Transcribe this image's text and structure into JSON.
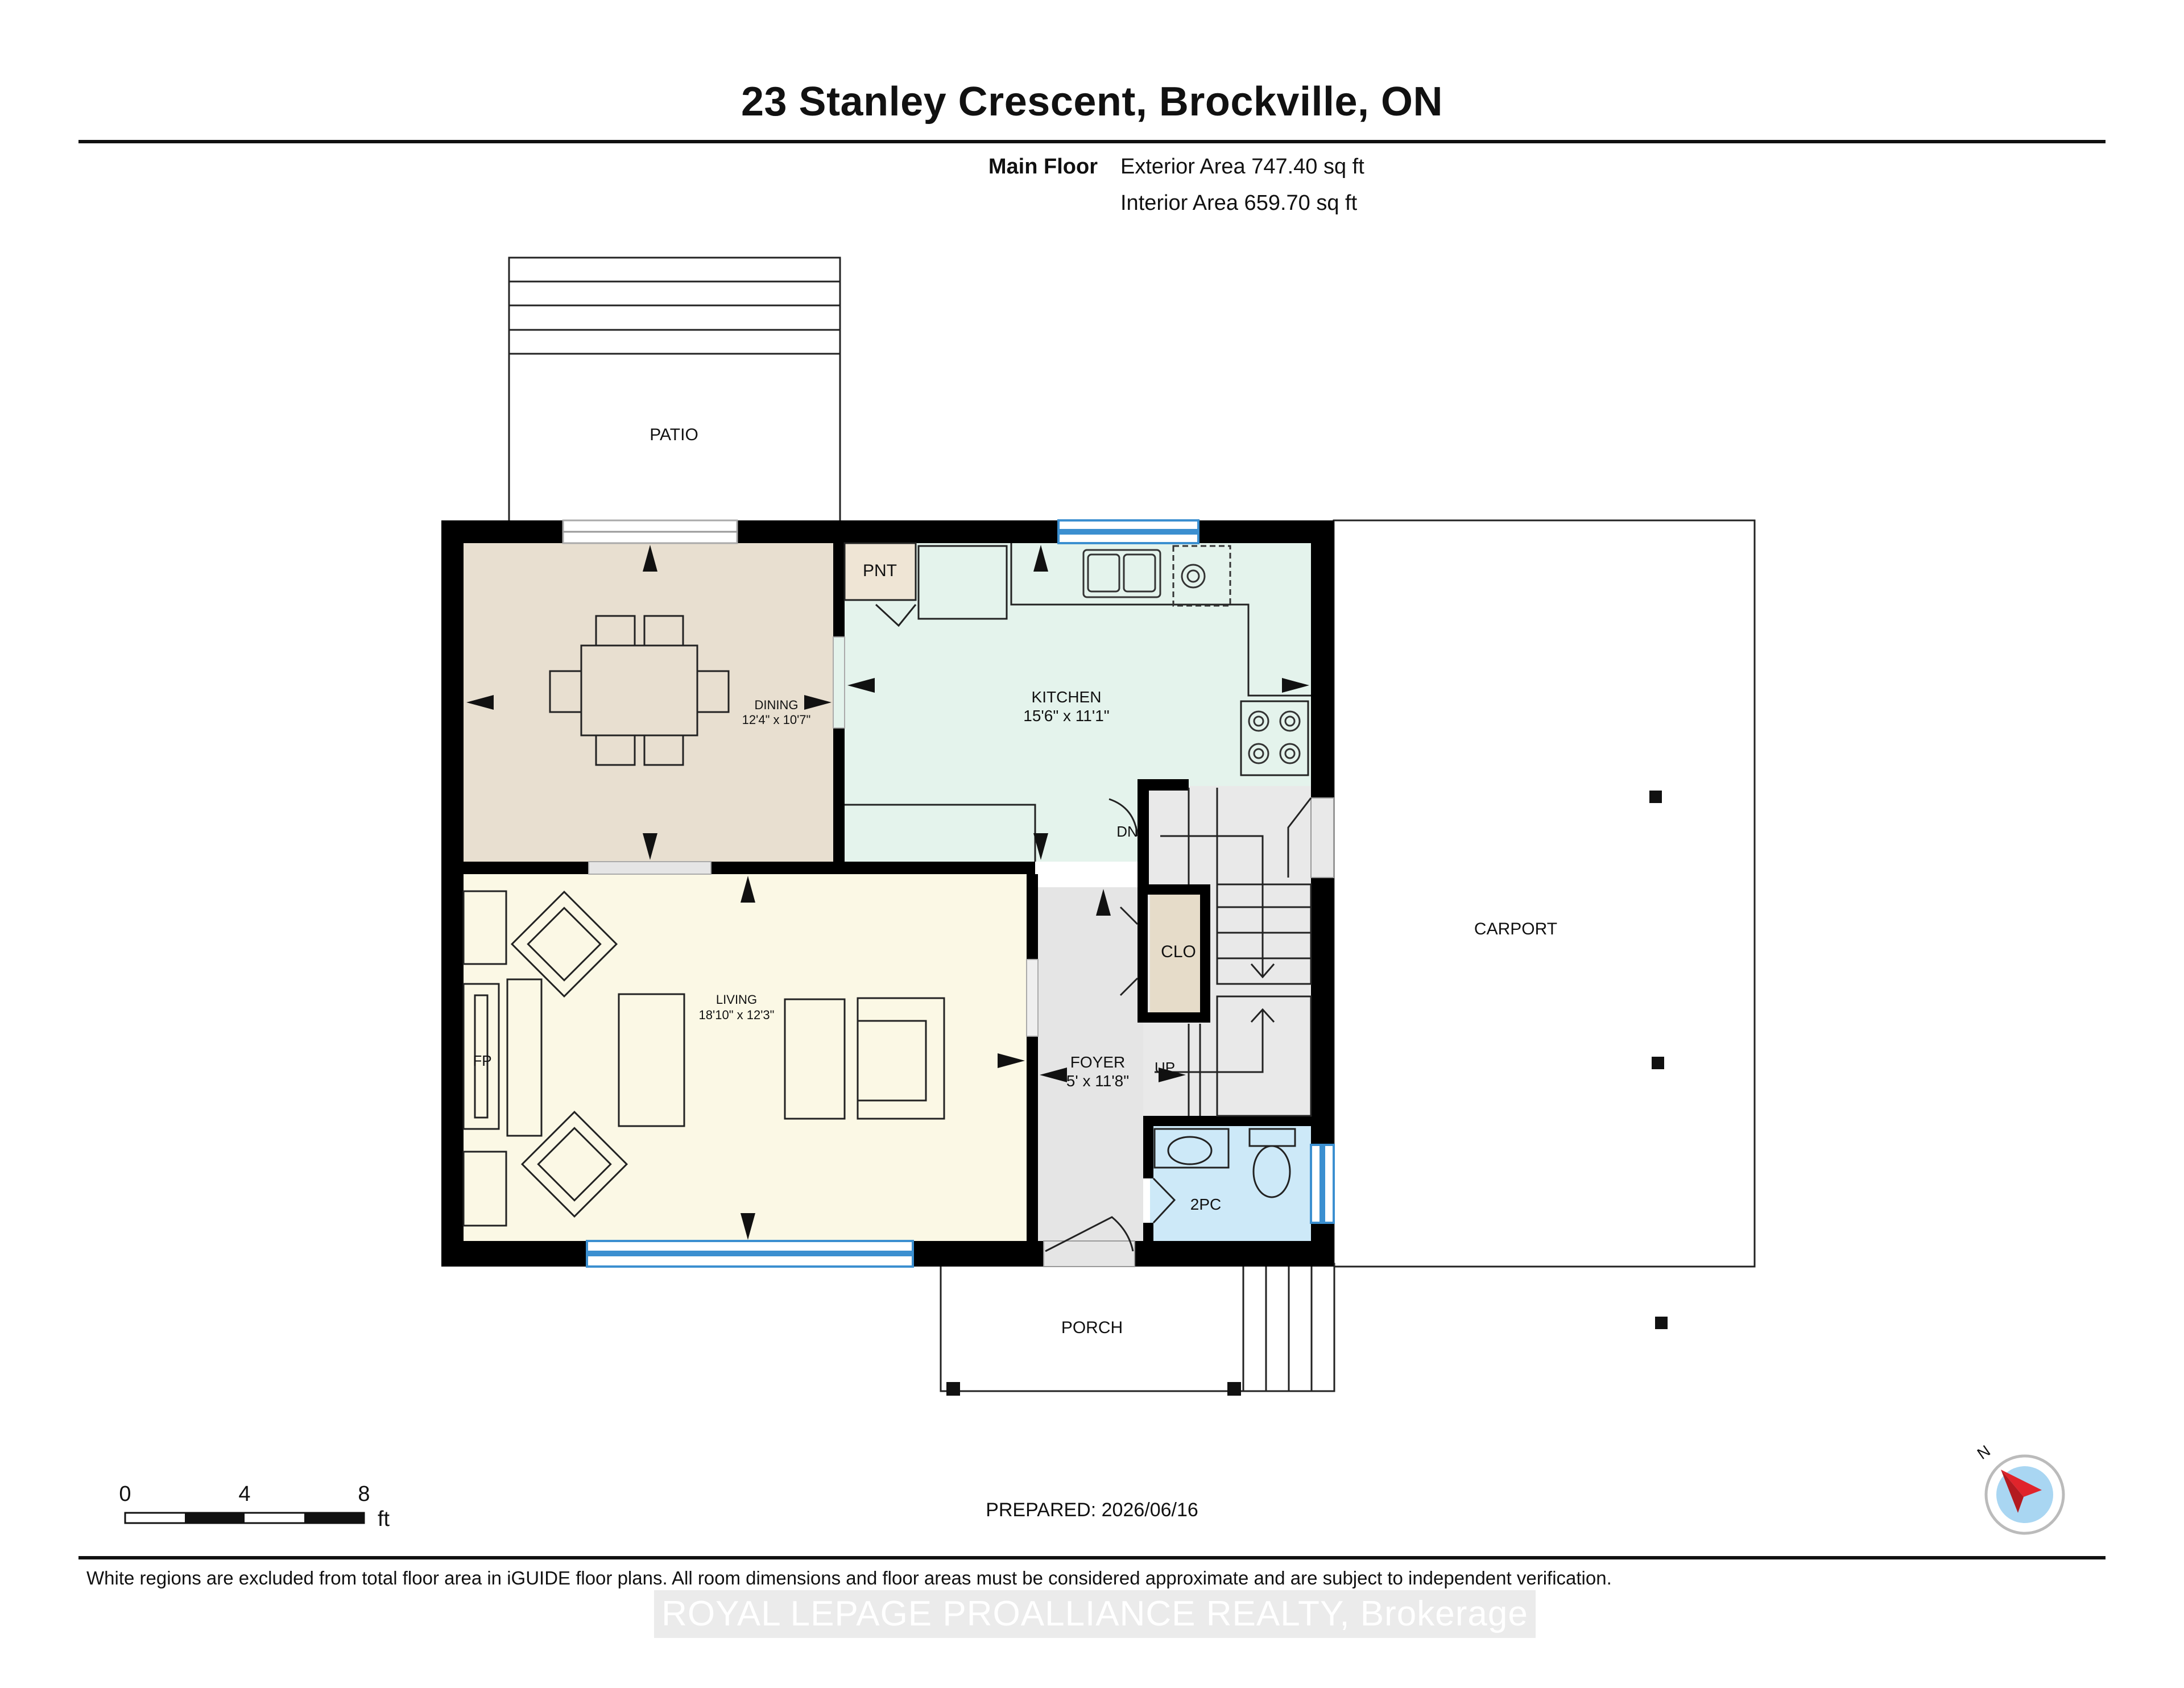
{
  "header": {
    "title": "23 Stanley Crescent, Brockville, ON",
    "floor_name": "Main Floor",
    "exterior_area": "Exterior Area 747.40 sq ft",
    "interior_area": "Interior Area 659.70 sq ft"
  },
  "rooms": {
    "patio": "PATIO",
    "pantry": "PNT",
    "dining": "DINING",
    "dining_dim": "12'4\" x 10'7\"",
    "kitchen": "KITCHEN",
    "kitchen_dim": "15'6\" x 11'1\"",
    "living": "LIVING",
    "living_dim": "18'10\" x 12'3\"",
    "fireplace": "FP",
    "closet": "CLO",
    "foyer": "FOYER",
    "foyer_dim": "5' x 11'8\"",
    "stairs_down": "DN",
    "stairs_up": "UP",
    "bath": "2PC",
    "carport": "CARPORT",
    "porch": "PORCH"
  },
  "scale": {
    "ticks": [
      "0",
      "4",
      "8"
    ],
    "unit": "ft"
  },
  "compass": {
    "north_label": "N"
  },
  "footer": {
    "prepared": "PREPARED: 2026/06/16",
    "disclaimer": "White regions are excluded from total floor area in iGUIDE floor plans. All room dimensions and floor areas must be considered approximate and are subject to independent verification.",
    "watermark": "ROYAL LEPAGE PROALLIANCE REALTY, Brokerage"
  },
  "colors": {
    "dining": "#e8dfd0",
    "kitchen": "#e4f3ec",
    "living": "#fbf8e5",
    "foyer": "#e5e5e5",
    "closet": "#e6dcc9",
    "bath": "#cde9f8",
    "window": "#3b8fd0",
    "wall": "#000000",
    "compass_arrow": "#e0242b",
    "compass_fill": "#a9d6f2"
  }
}
